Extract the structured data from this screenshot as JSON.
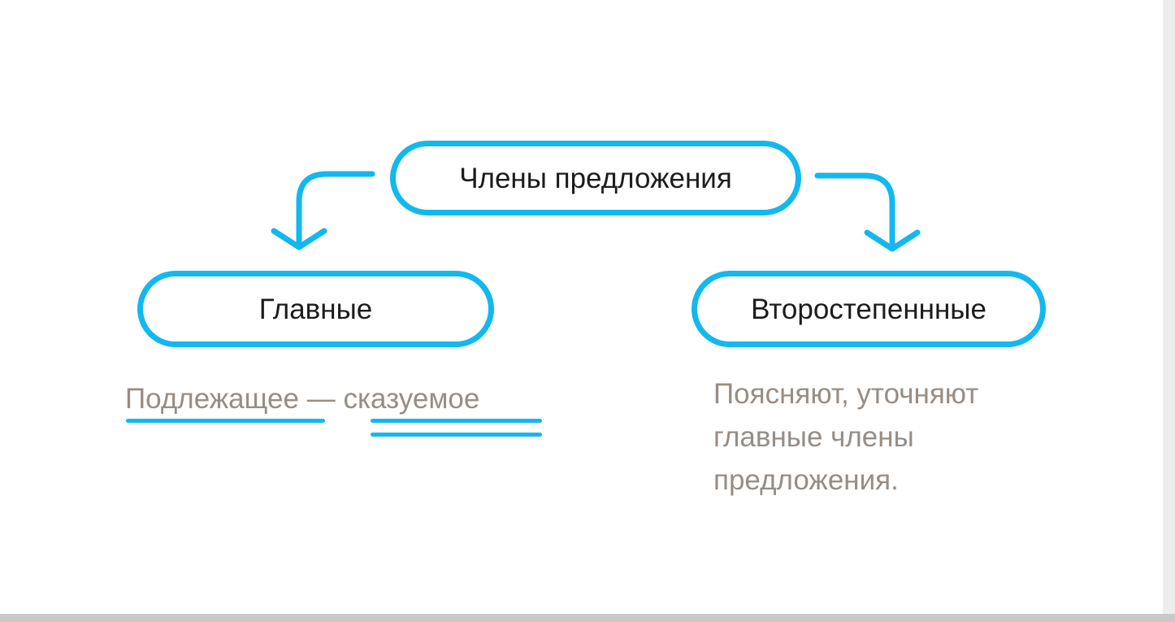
{
  "diagram": {
    "root": {
      "label": "Члены предложения"
    },
    "branches": [
      {
        "label": "Главные",
        "description": {
          "subject": "Подлежащее",
          "dash": "—",
          "predicate": "сказуемое"
        }
      },
      {
        "label": "Второстепеннные",
        "description_lines": [
          "Поясняют, уточняют",
          "главные члены",
          "предложения."
        ]
      }
    ]
  },
  "colors": {
    "accent": "#12b8ee",
    "node_text": "#1c1c1c",
    "description_text": "#978d85",
    "background": "#ffffff"
  }
}
